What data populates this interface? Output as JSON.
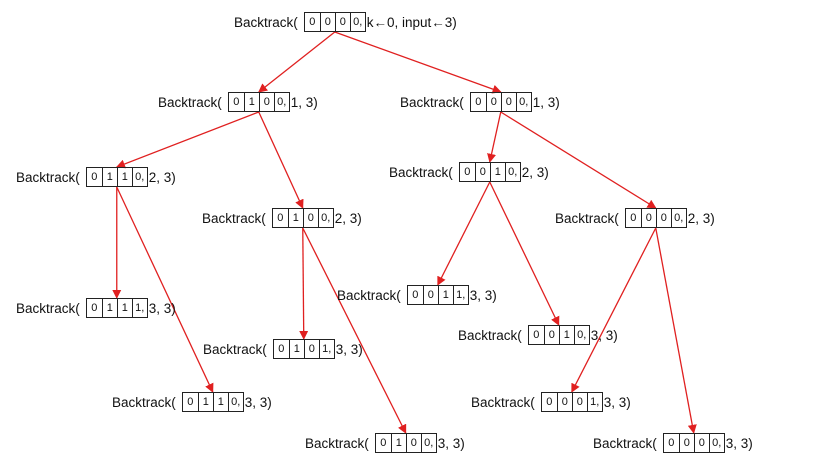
{
  "diagram": {
    "node_color": "#111111",
    "edge_color": "#e02020",
    "nodes": [
      {
        "id": "n0",
        "fname": "Backtrack(",
        "cells": [
          "0",
          "0",
          "0",
          "0,"
        ],
        "args": "k←0, input←3)"
      },
      {
        "id": "n1",
        "fname": "Backtrack(",
        "cells": [
          "0",
          "1",
          "0",
          "0,"
        ],
        "args": "1, 3)"
      },
      {
        "id": "n2",
        "fname": "Backtrack(",
        "cells": [
          "0",
          "0",
          "0",
          "0,"
        ],
        "args": "1, 3)"
      },
      {
        "id": "n3",
        "fname": "Backtrack(",
        "cells": [
          "0",
          "1",
          "1",
          "0,"
        ],
        "args": "2, 3)"
      },
      {
        "id": "n4",
        "fname": "Backtrack(",
        "cells": [
          "0",
          "1",
          "0",
          "0,"
        ],
        "args": "2, 3)"
      },
      {
        "id": "n5",
        "fname": "Backtrack(",
        "cells": [
          "0",
          "0",
          "1",
          "0,"
        ],
        "args": "2, 3)"
      },
      {
        "id": "n6",
        "fname": "Backtrack(",
        "cells": [
          "0",
          "0",
          "0",
          "0,"
        ],
        "args": "2, 3)"
      },
      {
        "id": "n7",
        "fname": "Backtrack(",
        "cells": [
          "0",
          "1",
          "1",
          "1,"
        ],
        "args": "3, 3)"
      },
      {
        "id": "n8",
        "fname": "Backtrack(",
        "cells": [
          "0",
          "1",
          "1",
          "0,"
        ],
        "args": "3, 3)"
      },
      {
        "id": "n9",
        "fname": "Backtrack(",
        "cells": [
          "0",
          "1",
          "0",
          "1,"
        ],
        "args": "3, 3)"
      },
      {
        "id": "n10",
        "fname": "Backtrack(",
        "cells": [
          "0",
          "1",
          "0",
          "0,"
        ],
        "args": "3, 3)"
      },
      {
        "id": "n11",
        "fname": "Backtrack(",
        "cells": [
          "0",
          "0",
          "1",
          "1,"
        ],
        "args": "3, 3)"
      },
      {
        "id": "n12",
        "fname": "Backtrack(",
        "cells": [
          "0",
          "0",
          "1",
          "0,"
        ],
        "args": "3, 3)"
      },
      {
        "id": "n13",
        "fname": "Backtrack(",
        "cells": [
          "0",
          "0",
          "0",
          "1,"
        ],
        "args": "3, 3)"
      },
      {
        "id": "n14",
        "fname": "Backtrack(",
        "cells": [
          "0",
          "0",
          "0",
          "0,"
        ],
        "args": "3, 3)"
      }
    ],
    "edges": [
      [
        "n0",
        "n1"
      ],
      [
        "n0",
        "n2"
      ],
      [
        "n1",
        "n3"
      ],
      [
        "n1",
        "n4"
      ],
      [
        "n2",
        "n5"
      ],
      [
        "n2",
        "n6"
      ],
      [
        "n3",
        "n7"
      ],
      [
        "n3",
        "n8"
      ],
      [
        "n4",
        "n9"
      ],
      [
        "n4",
        "n10"
      ],
      [
        "n5",
        "n11"
      ],
      [
        "n5",
        "n12"
      ],
      [
        "n6",
        "n13"
      ],
      [
        "n6",
        "n14"
      ]
    ]
  }
}
